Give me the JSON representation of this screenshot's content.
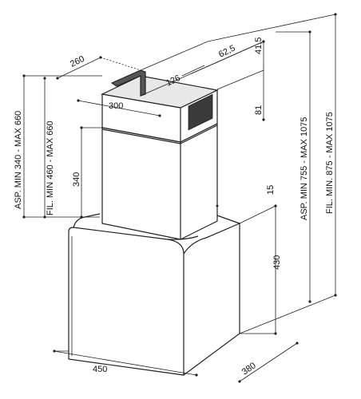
{
  "labels": {
    "w260": "260",
    "w126": "126",
    "w62_5": "62,5",
    "w41_5": "41,5",
    "w300": "300",
    "w81": "81",
    "h340": "340",
    "w15": "15",
    "h430": "430",
    "w450": "450",
    "w380": "380",
    "asp_min_max_660": "ASP. MIN 340 - MAX 660",
    "fil_min_max_660": "FIL. MIN 460 - MAX 660",
    "asp_min_max_1075": "ASP. MIN 755 - MAX 1075",
    "fil_min_max_1075": "FIL. MIN. 875 - MAX 1075"
  },
  "colors": {
    "line": "#222222",
    "fill_dark": "#333333"
  }
}
